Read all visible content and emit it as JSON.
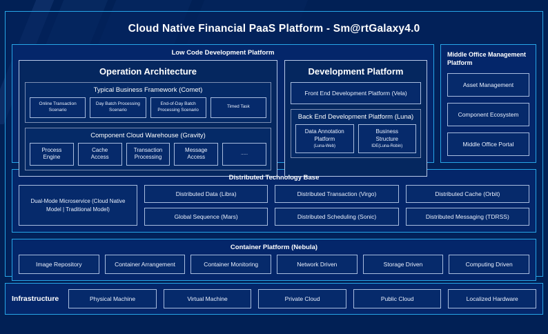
{
  "title": "Cloud Native Financial PaaS Platform - Sm@rtGalaxy4.0",
  "low_code": {
    "title": "Low Code Development Platform",
    "operation_architecture": {
      "title": "Operation Architecture",
      "groups": [
        {
          "title": "Typical Business Framework (Comet)",
          "items": [
            {
              "line1": "Online Transaction",
              "line2": "Scenario"
            },
            {
              "line1": "Day Batch Processing",
              "line2": "Scenario"
            },
            {
              "line1": "End-of-Day Batch",
              "line2": "Processing Scenario"
            },
            {
              "line1": "Timed Task",
              "line2": ""
            }
          ]
        },
        {
          "title": "Component Cloud Warehouse (Gravity)",
          "items": [
            {
              "line1": "Process",
              "line2": "Engine"
            },
            {
              "line1": "Cache",
              "line2": "Access"
            },
            {
              "line1": "Transaction",
              "line2": "Processing"
            },
            {
              "line1": "Message",
              "line2": "Access"
            },
            {
              "line1": "......",
              "line2": ""
            }
          ]
        }
      ]
    },
    "development_platform": {
      "title": "Development Platform",
      "front_end": "Front End Development Platform (Vela)",
      "back_end": {
        "title": "Back End Development Platform (Luna)",
        "items": [
          {
            "line1": "Data Annotation",
            "line2": "Platform",
            "line3": "(Luna-Web)"
          },
          {
            "line1": "Business",
            "line2": "Structure",
            "line3": "IDE(Luna-Robin)"
          }
        ]
      }
    }
  },
  "middle_office": {
    "title": "Middle Office Management Platform",
    "items": [
      "Asset Management",
      "Component Ecosystem",
      "Middle Office Portal"
    ]
  },
  "distributed_tech_base": {
    "title": "Distributed Technology Base",
    "highlight": "Dual-Mode Microservice (Cloud Native Model | Traditional Model)",
    "columns": [
      [
        "Distributed Data (Libra)",
        "Global Sequence (Mars)"
      ],
      [
        "Distributed Transaction (Virgo)",
        "Distributed Scheduling (Sonic)"
      ],
      [
        "Distributed Cache (Orbit)",
        "Distributed Messaging (TDRSS)"
      ]
    ]
  },
  "container_platform": {
    "title": "Container Platform (Nebula)",
    "items": [
      "Image Repository",
      "Container Arrangement",
      "Container Monitoring",
      "Network Driven",
      "Storage Driven",
      "Computing Driven"
    ]
  },
  "infrastructure": {
    "label": "Infrastructure",
    "items": [
      "Physical Machine",
      "Virtual Machine",
      "Private Cloud",
      "Public Cloud",
      "Localized Hardware"
    ]
  },
  "colors": {
    "background": "#012055",
    "frame_accent": "#27a6e8",
    "panel_fill": "#04266a",
    "box_border": "#a9bddf",
    "text": "#e9f0fd"
  }
}
